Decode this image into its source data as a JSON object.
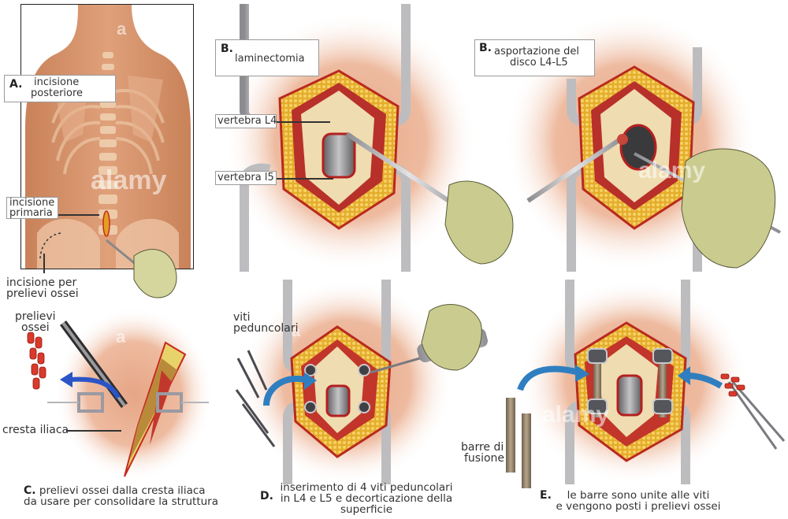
{
  "title": "Fusione spinale posteriore L4-L5 – fasi della procedura",
  "watermark": {
    "small": "a",
    "large": "alamy"
  },
  "colors": {
    "skin": "#d99a72",
    "skin_light": "#f2cdb6",
    "fat": "#e8b330",
    "muscle": "#c8322a",
    "bone": "#efdcb0",
    "disc": "#8f8f8f",
    "retractor": "#c9c9cb",
    "glove": "#c9cc8e",
    "arrow_blue": "#2f7fc0",
    "graft_red": "#d93a2b",
    "rod": "#8a7a66"
  },
  "panels": {
    "A": {
      "letter": "A.",
      "title_line1": "incisione",
      "title_line2": "posteriore",
      "labels": {
        "primary_line1": "incisione",
        "primary_line2": "primaria",
        "graft_line1": "incisione per",
        "graft_line2": "prelievi ossei"
      }
    },
    "B1": {
      "letter": "B.",
      "title": "laminectomia",
      "labels": {
        "l4": "vertebra L4",
        "l5": "vertebra l5"
      }
    },
    "B2": {
      "letter": "B.",
      "title_line1": "asportazione del",
      "title_line2": "disco L4-L5"
    },
    "C": {
      "letter": "C.",
      "caption_line1": "prelievi ossei dalla cresta iliaca",
      "caption_line2": "da usare per consolidare la struttura",
      "labels": {
        "grafts_line1": "prelievi",
        "grafts_line2": "ossei",
        "crest": "cresta iliaca"
      }
    },
    "D": {
      "letter": "D.",
      "caption_line1": "inserimento di 4 viti peduncolari",
      "caption_line2": "in L4 e L5 e decorticazione della",
      "caption_line3": "superficie",
      "labels": {
        "screws_line1": "viti",
        "screws_line2": "peduncolari"
      }
    },
    "E": {
      "letter": "E.",
      "caption_line1": "le barre sono unite alle viti",
      "caption_line2": "e vengono posti i prelievi ossei",
      "labels": {
        "rods_line1": "barre di",
        "rods_line2": "fusione"
      }
    }
  }
}
